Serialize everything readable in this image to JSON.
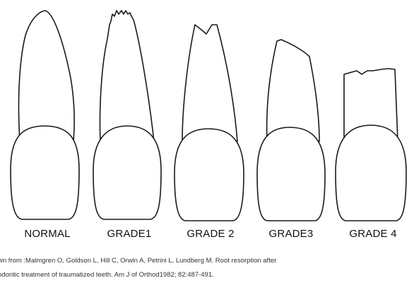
{
  "teeth": [
    {
      "label": "NORMAL"
    },
    {
      "label": "GRADE1"
    },
    {
      "label": "GRADE 2"
    },
    {
      "label": "GRADE3"
    },
    {
      "label": "GRADE 4"
    }
  ],
  "caption": {
    "line1": "wn from :Malmgren  O, Goldson L, Hill C, Orwin A, Petrini L, Lundberg M. Root resorption after",
    "line2": "odontic treatment of traumatized  teeth. Am J of Orthod1982; 82:487-491."
  }
}
